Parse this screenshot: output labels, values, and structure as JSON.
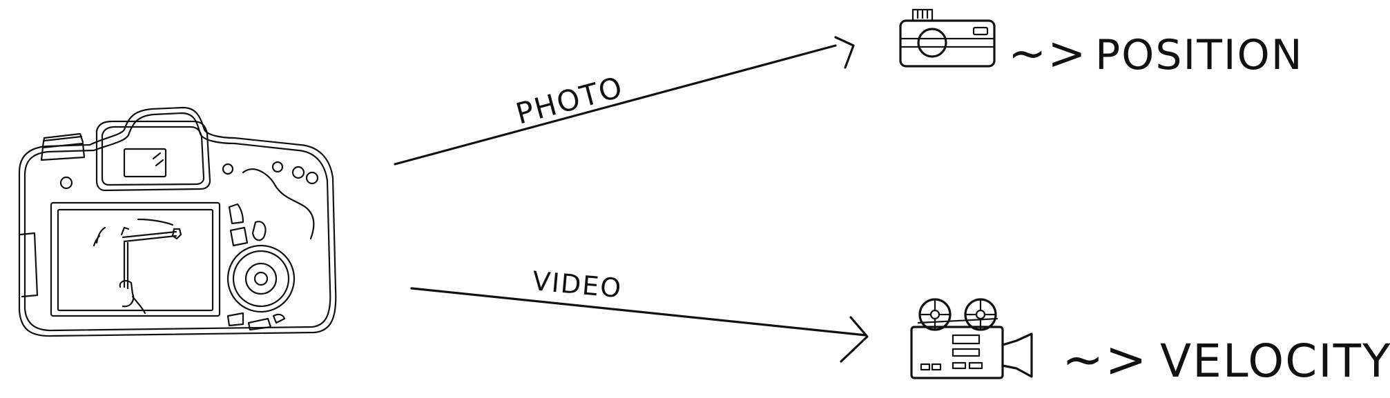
{
  "diagram": {
    "source": {
      "name": "dslr-camera"
    },
    "branches": [
      {
        "edge_label": "PHOTO",
        "target_icon": "photo-camera-icon",
        "tilde_arrow": "~>",
        "result_label": "POSITION"
      },
      {
        "edge_label": "VIDEO",
        "target_icon": "film-camera-icon",
        "tilde_arrow": "~>",
        "result_label": "VELOCITY"
      }
    ]
  },
  "colors": {
    "ink": "#111111",
    "background": "#ffffff"
  }
}
